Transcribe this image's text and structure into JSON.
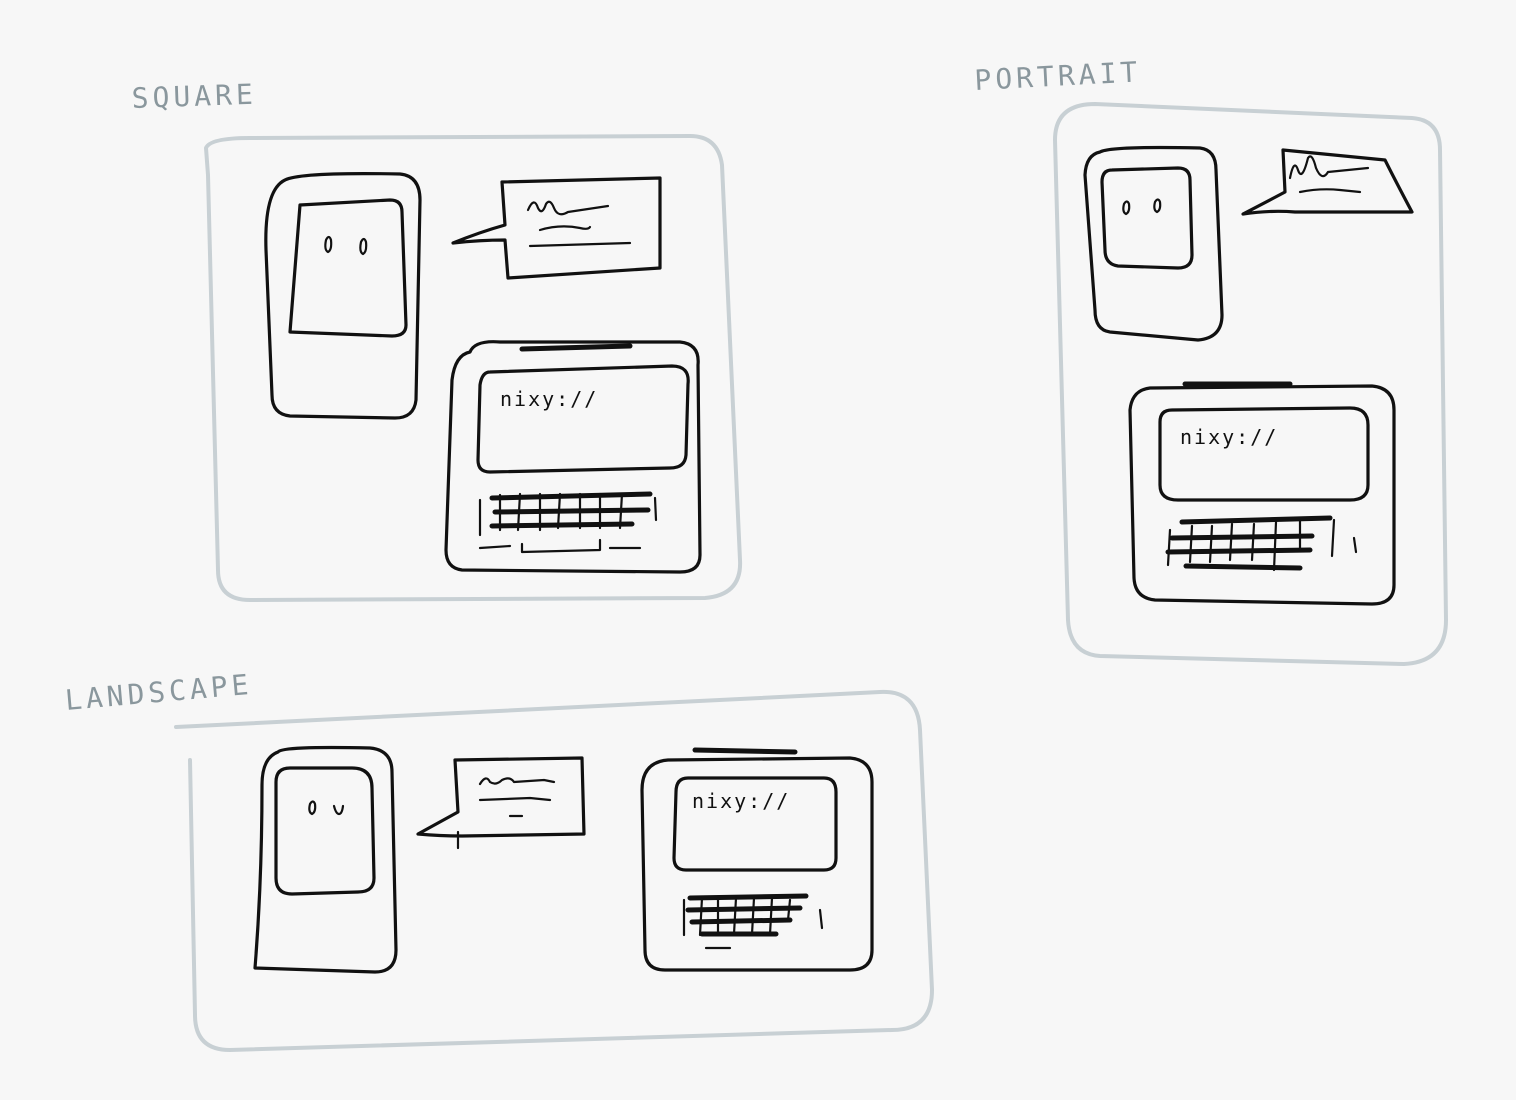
{
  "sections": {
    "square": {
      "label": "SQUARE",
      "url_text": "nixy://"
    },
    "portrait": {
      "label": "PORTRAIT",
      "url_text": "nixy://"
    },
    "landscape": {
      "label": "LANDSCAPE",
      "url_text": "nixy://"
    }
  },
  "colors": {
    "background": "#f7f7f7",
    "frame_stroke": "#c8d0d4",
    "label": "#8a979d",
    "ink": "#111111"
  }
}
